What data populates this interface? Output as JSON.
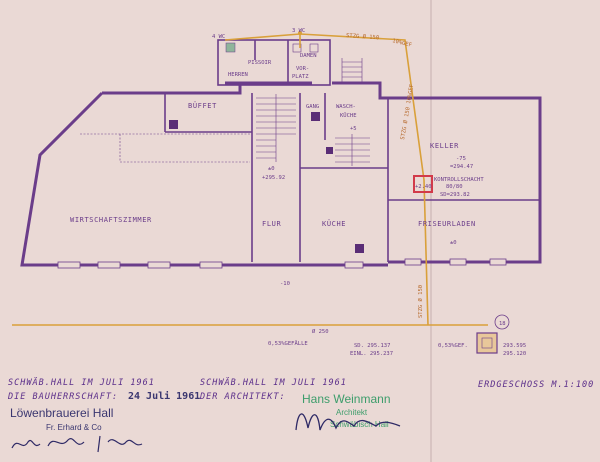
{
  "plan": {
    "scale_label": "ERDGESCHOSS  M.1:100",
    "rooms": [
      {
        "id": "wirtschaftszimmer",
        "label": "WIRTSCHAFTSZIMMER"
      },
      {
        "id": "bueffet",
        "label": "BÜFFET"
      },
      {
        "id": "flur",
        "label": "FLUR"
      },
      {
        "id": "kueche",
        "label": "KÜCHE"
      },
      {
        "id": "waschkueche",
        "label": "WASCH-\nKÜCHE"
      },
      {
        "id": "keller",
        "label": "KELLER"
      },
      {
        "id": "friseurladen",
        "label": "FRISEURLADEN"
      },
      {
        "id": "pissoir",
        "label": "PISSOIR"
      },
      {
        "id": "herren",
        "label": "HERREN"
      },
      {
        "id": "damen",
        "label": "DAMEN"
      },
      {
        "id": "vorplatz",
        "label": "VOR-\nPLATZ"
      },
      {
        "id": "gang",
        "label": "GANG"
      },
      {
        "id": "kontrollschacht",
        "label": "KONTROLLSCHACHT"
      }
    ],
    "annotations": {
      "wc_4": "4 WC",
      "wc_3": "3 WC",
      "pipe_top": "STZG Ø 150",
      "slope_top": "10%GEF",
      "pipe_vertical_1": "STZG Ø 150",
      "slope_vertical": "10%GEF",
      "pipe_vertical_2": "STZG Ø 150",
      "pipe_bottom": "Ø 250",
      "slope_bottom": "0,53%GEFÄLLE",
      "slope_bottom_right": "0,53%GEF.",
      "level_waschkueche": "+5",
      "level_flur": "±0",
      "level_flur_value": "+295.92",
      "level_keller": "-75",
      "level_keller_value": "=294.47",
      "kontroll_size": "80/80",
      "kontroll_sd": "SD=293.82",
      "level_friseur": "±0",
      "level_minus": "-10",
      "marker_left": "+2.40",
      "sd_bottom": "SD. 295.137",
      "einl_bottom": "EINL. 295.237",
      "shaft_num": "18",
      "shaft_v1": "293.595",
      "shaft_v2": "295.120"
    }
  },
  "footer": {
    "left_line1": "SCHWÄB.HALL  IM  JULI 1961",
    "left_line2": "DIE  BAUHERRSCHAFT:",
    "left_date_stamp": "24 Juli 1961",
    "company": "Löwenbrauerei Hall",
    "company_sub": "Fr. Erhard & Co",
    "mid_line1": "SCHWÄB.HALL  IM  JULI 1961",
    "mid_line2": "DER  ARCHITEKT:",
    "architect_name": "Hans Weinmann",
    "architect_title": "Architekt",
    "architect_city": "Schwäbisch Hall"
  },
  "colors": {
    "paper": "#ead9d5",
    "ink": "#6b3d8a",
    "pipe": "#d9a03a",
    "marker": "#d23a4a"
  }
}
